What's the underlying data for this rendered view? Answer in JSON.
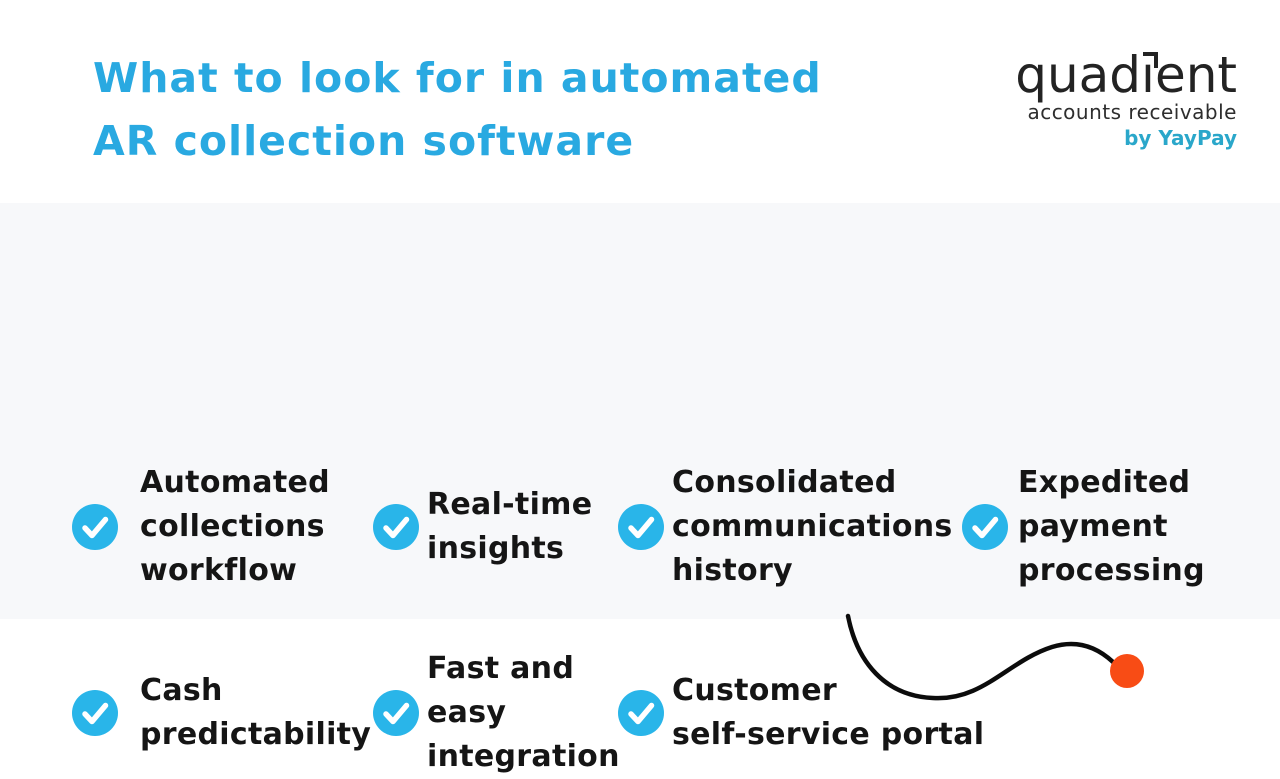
{
  "page": {
    "background_color": "#ffffff",
    "panel_color": "#f7f8fa"
  },
  "header": {
    "title": "What to look for in automated\nAR collection software",
    "title_color": "#29a9e1"
  },
  "logo": {
    "brand_pre": "quad",
    "brand_i": "ı",
    "brand_post": "ent",
    "brand_full": "quadient",
    "tagline": "accounts receivable",
    "byline": "by YayPay",
    "brand_color": "#232323",
    "byline_color": "#2aa7ca"
  },
  "features": {
    "icon_name": "check-circle-icon",
    "icon_color": "#29b5e9",
    "check_color": "#ffffff",
    "text_color": "#151515",
    "items": [
      {
        "label": "Automated\ncollections\nworkflow"
      },
      {
        "label": "Real-time\ninsights"
      },
      {
        "label": "Consolidated\ncommunications\nhistory"
      },
      {
        "label": "Expedited\npayment\nprocessing"
      },
      {
        "label": "Cash\npredictability"
      },
      {
        "label": "Fast and\neasy\nintegration"
      },
      {
        "label": "Customer\nself-service portal"
      }
    ]
  },
  "decor": {
    "squiggle_color": "#0c0c0c",
    "dot_color": "#f84c15"
  }
}
